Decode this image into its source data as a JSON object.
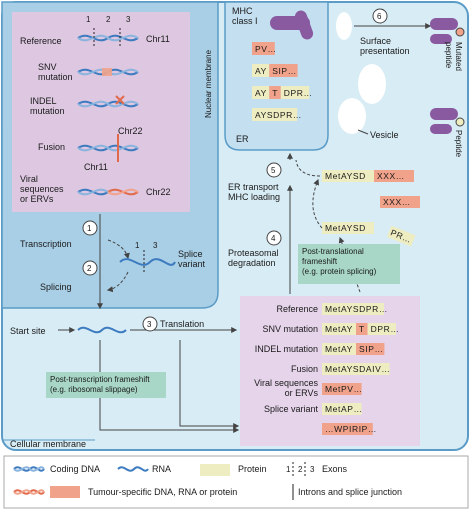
{
  "colors": {
    "cell_bg": "#d8ecf5",
    "nucleus_bg": "#a9cfe6",
    "er_bg": "#c3dff0",
    "genome_panel": "#ddc7e1",
    "protein_panel": "#e5d4ea",
    "protein_tag": "#eeecc1",
    "tumour_tag": "#f1a28a",
    "frameshift_box": "#a8d7c8",
    "mhc_purple": "#8a5aa0",
    "dna_blue": "#3d7bc0",
    "arrow": "#444444"
  },
  "labels": {
    "nuclear_membrane": "Nuclear membrane",
    "cellular_membrane": "Cellular membrane",
    "er": "ER",
    "mhc_class_1": "MHC\nclass I",
    "vesicle": "Vesicle",
    "surface_presentation": "Surface\npresentation",
    "mutated_peptide": "Mutated\npeptide",
    "peptide": "Peptide",
    "transcription": "Transcription",
    "splicing": "Splicing",
    "splice_variant": "Splice\nvariant",
    "start_site": "Start site",
    "translation": "Translation",
    "proteasomal_degradation": "Proteasomal\ndegradation",
    "er_transport": "ER transport\nMHC loading",
    "post_translational": "Post-translational\nframeshift\n(e.g. protein splicing)",
    "post_transcription": "Post-transcription frameshift\n(e.g. ribosomal slippage)"
  },
  "steps": [
    "1",
    "2",
    "3",
    "4",
    "5",
    "6"
  ],
  "genome_rows": [
    {
      "label": "Reference",
      "tag": "Chr11"
    },
    {
      "label": "SNV\nmutation",
      "tag": ""
    },
    {
      "label": "INDEL\nmutation",
      "tag": ""
    },
    {
      "label": "Fusion",
      "tag": "Chr22",
      "tag2": "Chr11"
    },
    {
      "label": "Viral\nsequences\nor ERVs",
      "tag": "Chr22"
    }
  ],
  "exon_marks": [
    "1",
    "2",
    "3"
  ],
  "splice_marks": [
    "1",
    "3"
  ],
  "er_peptides": [
    {
      "normal": "",
      "tumour": "PV…",
      "tail": ""
    },
    {
      "normal": "AY",
      "tumour": "SIP…",
      "tail": ""
    },
    {
      "normal": "AY",
      "tumour": "T",
      "tail": "DPR…"
    },
    {
      "normal": "AYSDPR…",
      "tumour": "",
      "tail": ""
    }
  ],
  "processing": {
    "row1_normal": "MetAYSD",
    "row1_tumour": "XXX…",
    "row2_tumour": "XXX…",
    "row3_normal": "MetAYSD",
    "row3_tail": "PR…"
  },
  "protein_rows": [
    {
      "label": "Reference",
      "normal1": "MetAYSDPR…",
      "tumour": "",
      "normal2": ""
    },
    {
      "label": "SNV mutation",
      "normal1": "MetAY",
      "tumour": "T",
      "normal2": "DPR…"
    },
    {
      "label": "INDEL mutation",
      "normal1": "MetAY",
      "tumour": "SIP…",
      "normal2": ""
    },
    {
      "label": "Fusion",
      "normal1": "MetAYSDAIV…",
      "tumour": "",
      "normal2": ""
    },
    {
      "label": "Viral sequences\nor ERVs",
      "normal1": "",
      "tumour": "MetPV…",
      "normal2": ""
    },
    {
      "label": "Splice variant",
      "normal1": "MetAP…",
      "tumour": "",
      "normal2": ""
    },
    {
      "label": "",
      "normal1": "",
      "tumour": "…WPIRIP…",
      "normal2": ""
    }
  ],
  "legend": {
    "coding_dna": "Coding DNA",
    "rna": "RNA",
    "protein": "Protein",
    "exons": "Exons",
    "tumour_specific": "Tumour-specific DNA, RNA or protein",
    "introns": "Introns and splice junction",
    "exon_nums": [
      "1",
      "2",
      "3"
    ]
  }
}
